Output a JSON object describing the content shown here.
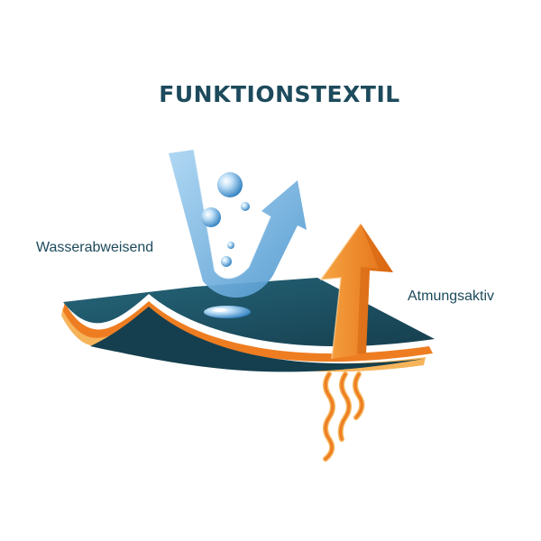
{
  "title": "FUNKTIONSTEXTIL",
  "labels": {
    "water_repellent": "Wasserabweisend",
    "breathable": "Atmungsaktiv"
  },
  "colors": {
    "title_text": "#1d4a5c",
    "fabric_top": "#1e5567",
    "fabric_shade": "#153f4e",
    "layer_orange": "#ee7d22",
    "layer_yellow": "#f6b45a",
    "water_arrow": "#8ec3e8",
    "vapor_arrow": "#f08a2a"
  },
  "icons": {
    "water_arrow": "water-deflect-arrow-icon",
    "vapor_arrow": "vapor-up-arrow-icon",
    "droplets": "water-droplet-icon",
    "steam": "steam-lines-icon"
  }
}
